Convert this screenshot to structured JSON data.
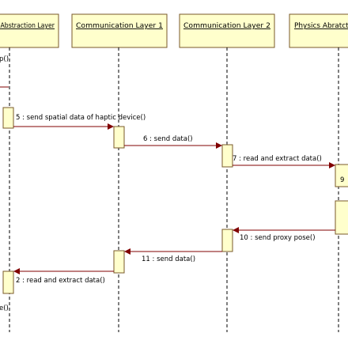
{
  "lifelines": [
    {
      "id": "l0",
      "name": "Haptic Abstraction Layer"
    },
    {
      "id": "l1",
      "name": "Communication Layer 1"
    },
    {
      "id": "l2",
      "name": "Communication Layer 2"
    },
    {
      "id": "l3",
      "name": "Physics Abratction Layer"
    }
  ],
  "messages": [
    {
      "label": "p()",
      "from": "l0",
      "to": "l0"
    },
    {
      "label": "5 : send spatial data of haptic device()",
      "from": "l0",
      "to": "l1"
    },
    {
      "label": "6 : send data()",
      "from": "l1",
      "to": "l2"
    },
    {
      "label": "7 : read and extract data()",
      "from": "l2",
      "to": "l3"
    },
    {
      "label": "9",
      "from": "l3",
      "to": "l3"
    },
    {
      "label": "10 : send proxy pose()",
      "from": "l3",
      "to": "l2"
    },
    {
      "label": "11 : send data()",
      "from": "l2",
      "to": "l1"
    },
    {
      "label": "2 : read and extract data()",
      "from": "l1",
      "to": "l0"
    },
    {
      "label": "e()",
      "from": "l0",
      "to": "l0"
    }
  ],
  "colors": {
    "header_fill": "#ffffcc",
    "activation_fill": "#ffffcc",
    "border": "#7a5a2a",
    "arrow": "#800000",
    "lifeline": "#000000"
  }
}
